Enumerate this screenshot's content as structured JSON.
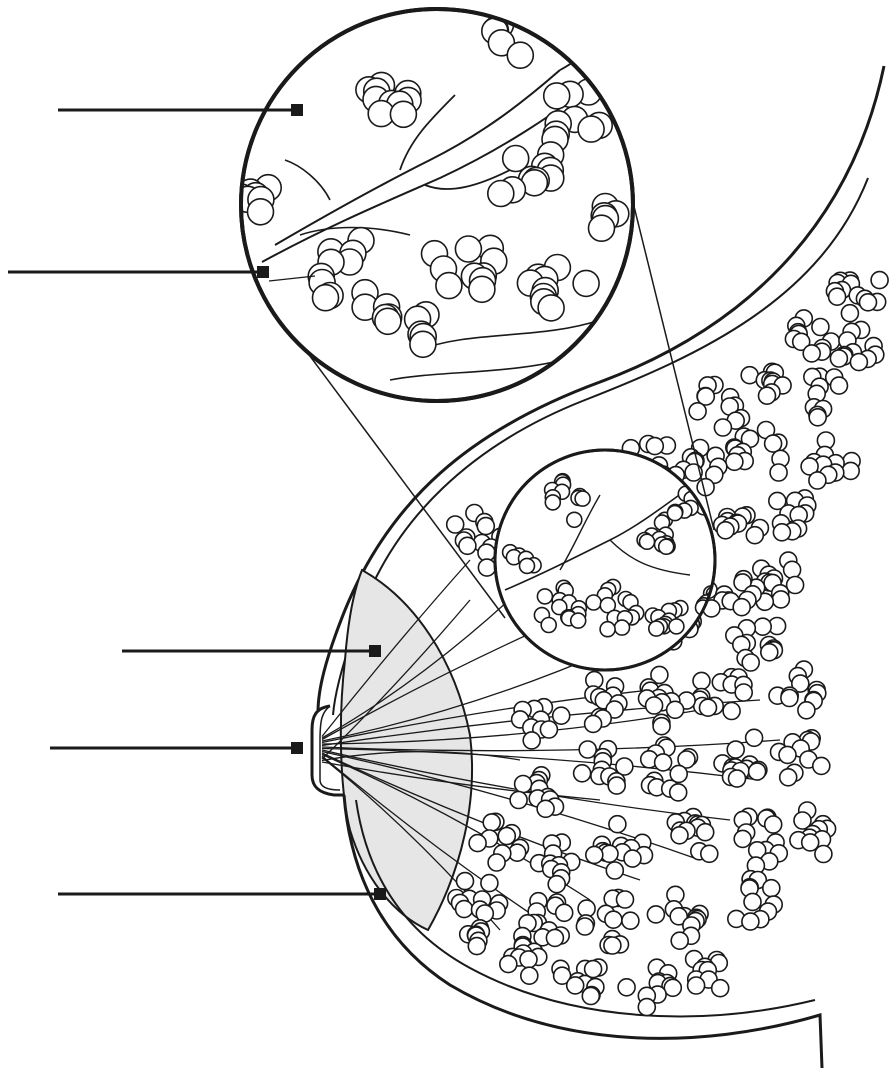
{
  "diagram": {
    "kind": "breast anatomy illustration (unlabeled worksheet)",
    "labels": [
      {
        "id": "label-1",
        "text": ""
      },
      {
        "id": "label-2",
        "text": ""
      },
      {
        "id": "label-3",
        "text": ""
      },
      {
        "id": "label-4",
        "text": ""
      },
      {
        "id": "label-5",
        "text": ""
      }
    ],
    "colors": {
      "line": "#1a1a1a",
      "areola_fill": "#e6e6e6",
      "background": "#ffffff"
    }
  }
}
